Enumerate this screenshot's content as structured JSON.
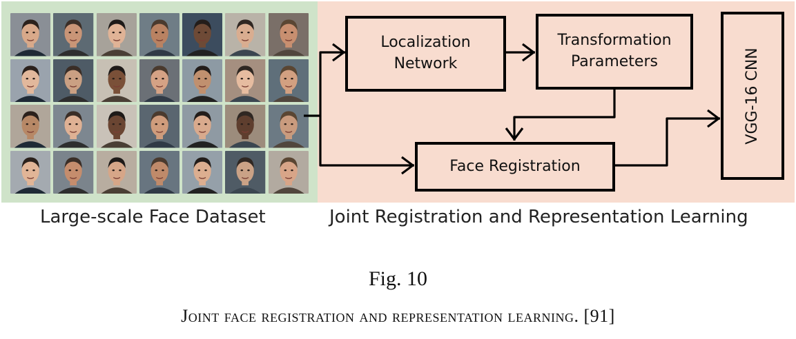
{
  "dataset_panel": {
    "caption": "Large-scale Face Dataset",
    "face_count": 28
  },
  "pipeline": {
    "caption": "Joint Registration and Representation Learning",
    "localization": {
      "line1": "Localization",
      "line2": "Network"
    },
    "transformation": {
      "line1": "Transformation",
      "line2": "Parameters"
    },
    "face_registration": "Face Registration",
    "cnn": "VGG-16 CNN"
  },
  "figure": {
    "number": "Fig. 10",
    "title": "Joint face registration and representation learning. [91]"
  },
  "colors": {
    "dataset_bg": "#cfe3c9",
    "pipeline_bg": "#f8dccf",
    "line": "#000000"
  }
}
